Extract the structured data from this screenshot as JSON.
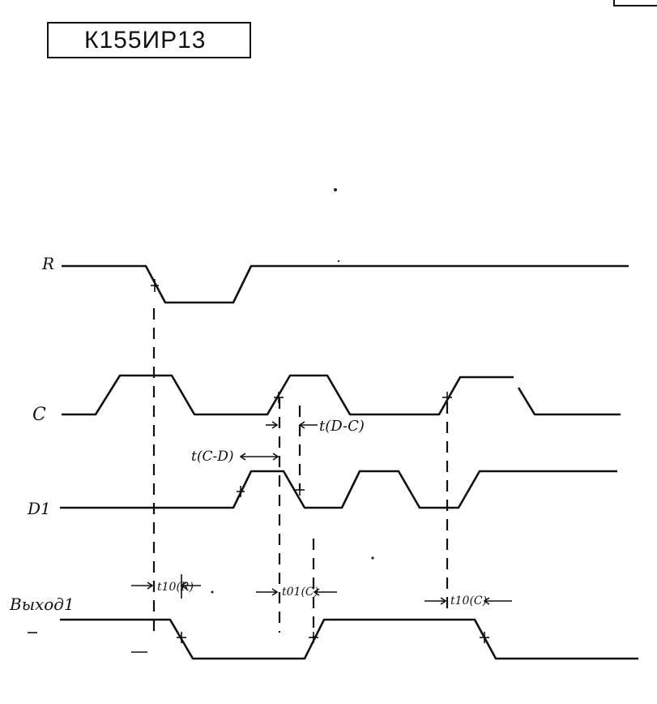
{
  "title": "К155ИР13",
  "signals": {
    "r": "R",
    "c": "C",
    "d1": "D1",
    "out": "Выход1"
  },
  "timing_labels": {
    "t_c_d": "t(C-D)",
    "t_d_c": "t(D-C)",
    "t_r": "t10(R)",
    "t_c01": "t01(C)",
    "t_c10": "t10(C)"
  }
}
